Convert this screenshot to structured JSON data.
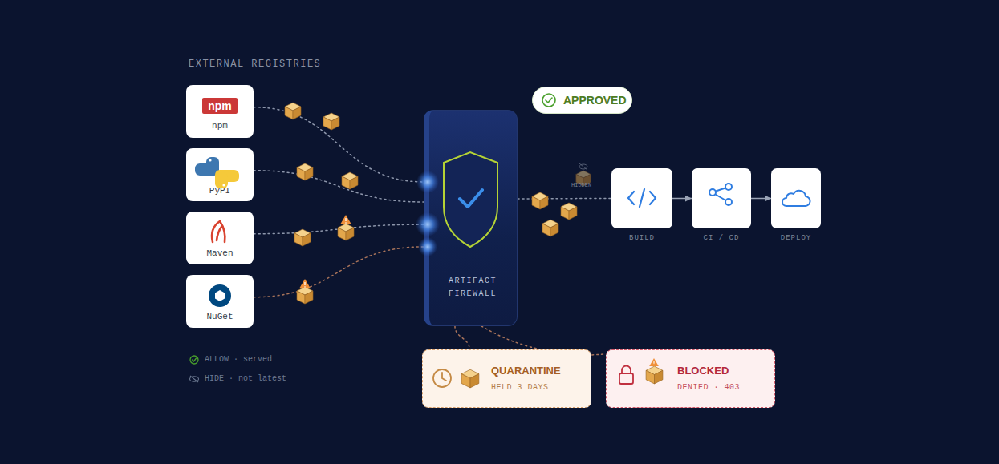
{
  "diagram": {
    "nodes": [
      {
        "text": [
          "npm",
          "npm"
        ]
      },
      {
        "text": [
          "PyPI"
        ]
      },
      {
        "text": [
          "Maven"
        ]
      },
      {
        "text": [
          "NuGet"
        ]
      },
      {
        "text": [
          "ARTIFACT FIREWALL"
        ]
      },
      {
        "text": [
          "APPROVED"
        ]
      },
      {
        "text": [
          "BUILD"
        ]
      },
      {
        "text": [
          "CI / CD"
        ]
      },
      {
        "text": [
          "DEPLOY"
        ]
      },
      {
        "text": [
          "QUARANTINE",
          "HELD 3 DAYS"
        ]
      },
      {
        "text": [
          "BLOCKED",
          "DENIED · 403"
        ]
      }
    ],
    "edges": [
      {
        "from": 0,
        "to": 4,
        "arrow": "none"
      },
      {
        "from": 1,
        "to": 4,
        "arrow": "none"
      },
      {
        "from": 2,
        "to": 4,
        "arrow": "none"
      },
      {
        "from": 3,
        "to": 4,
        "arrow": "none"
      },
      {
        "from": 4,
        "to": 6,
        "arrow": "none"
      },
      {
        "from": 6,
        "to": 7,
        "arrow": "to"
      },
      {
        "from": 7,
        "to": 8,
        "arrow": "to"
      },
      {
        "from": 4,
        "to": 9,
        "arrow": "none"
      },
      {
        "from": 4,
        "to": 10,
        "arrow": "none"
      }
    ],
    "labels": [
      "EXTERNAL REGISTRIES",
      "HIDDEN"
    ],
    "legend": [
      {
        "text": "ALLOW · served"
      },
      {
        "text": "HIDE · not latest"
      }
    ]
  }
}
